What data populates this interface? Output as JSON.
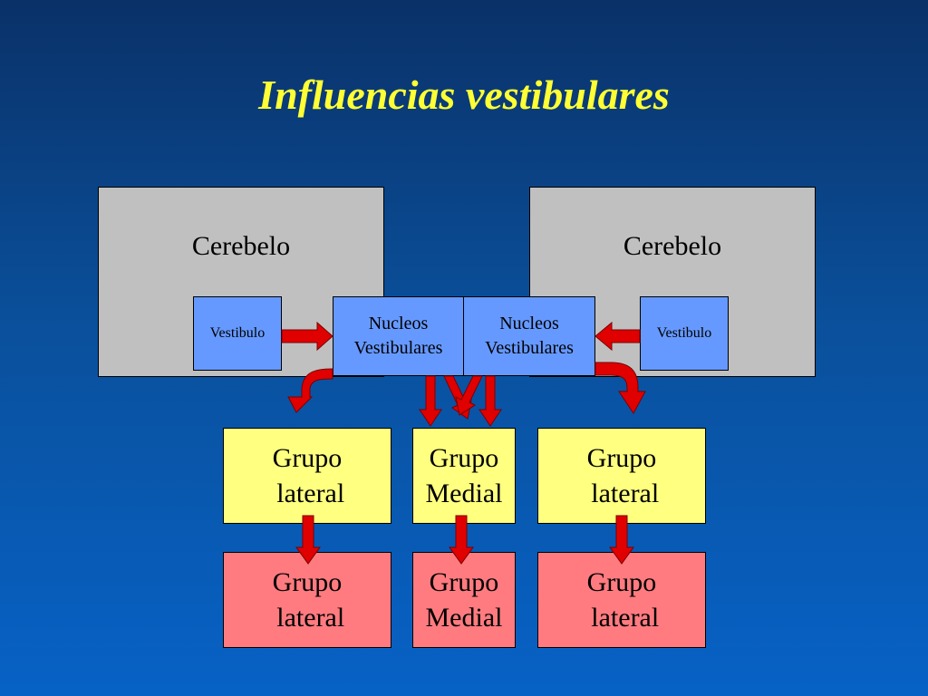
{
  "title": "Influencias vestibulares",
  "cerebelo_left": "Cerebelo",
  "cerebelo_right": "Cerebelo",
  "vestibulo_left": "Vestibulo",
  "vestibulo_right": "Vestibulo",
  "nucleos_left": "Nucleos\nVestibulares",
  "nucleos_right": "Nucleos\nVestibulares",
  "row1": {
    "left": "Grupo\n lateral",
    "middle": "Grupo\nMedial",
    "right": "Grupo\n lateral"
  },
  "row2": {
    "left": "Grupo\n lateral",
    "middle": "Grupo\nMedial",
    "right": "Grupo\n lateral"
  },
  "colors": {
    "background": "#0a4f9a",
    "title": "#ffff33",
    "arrow": "#e00000",
    "cerebelo": "#c0c0c0",
    "vestibulo": "#6699ff",
    "row1": "#ffff80",
    "row2": "#ff7b80"
  }
}
